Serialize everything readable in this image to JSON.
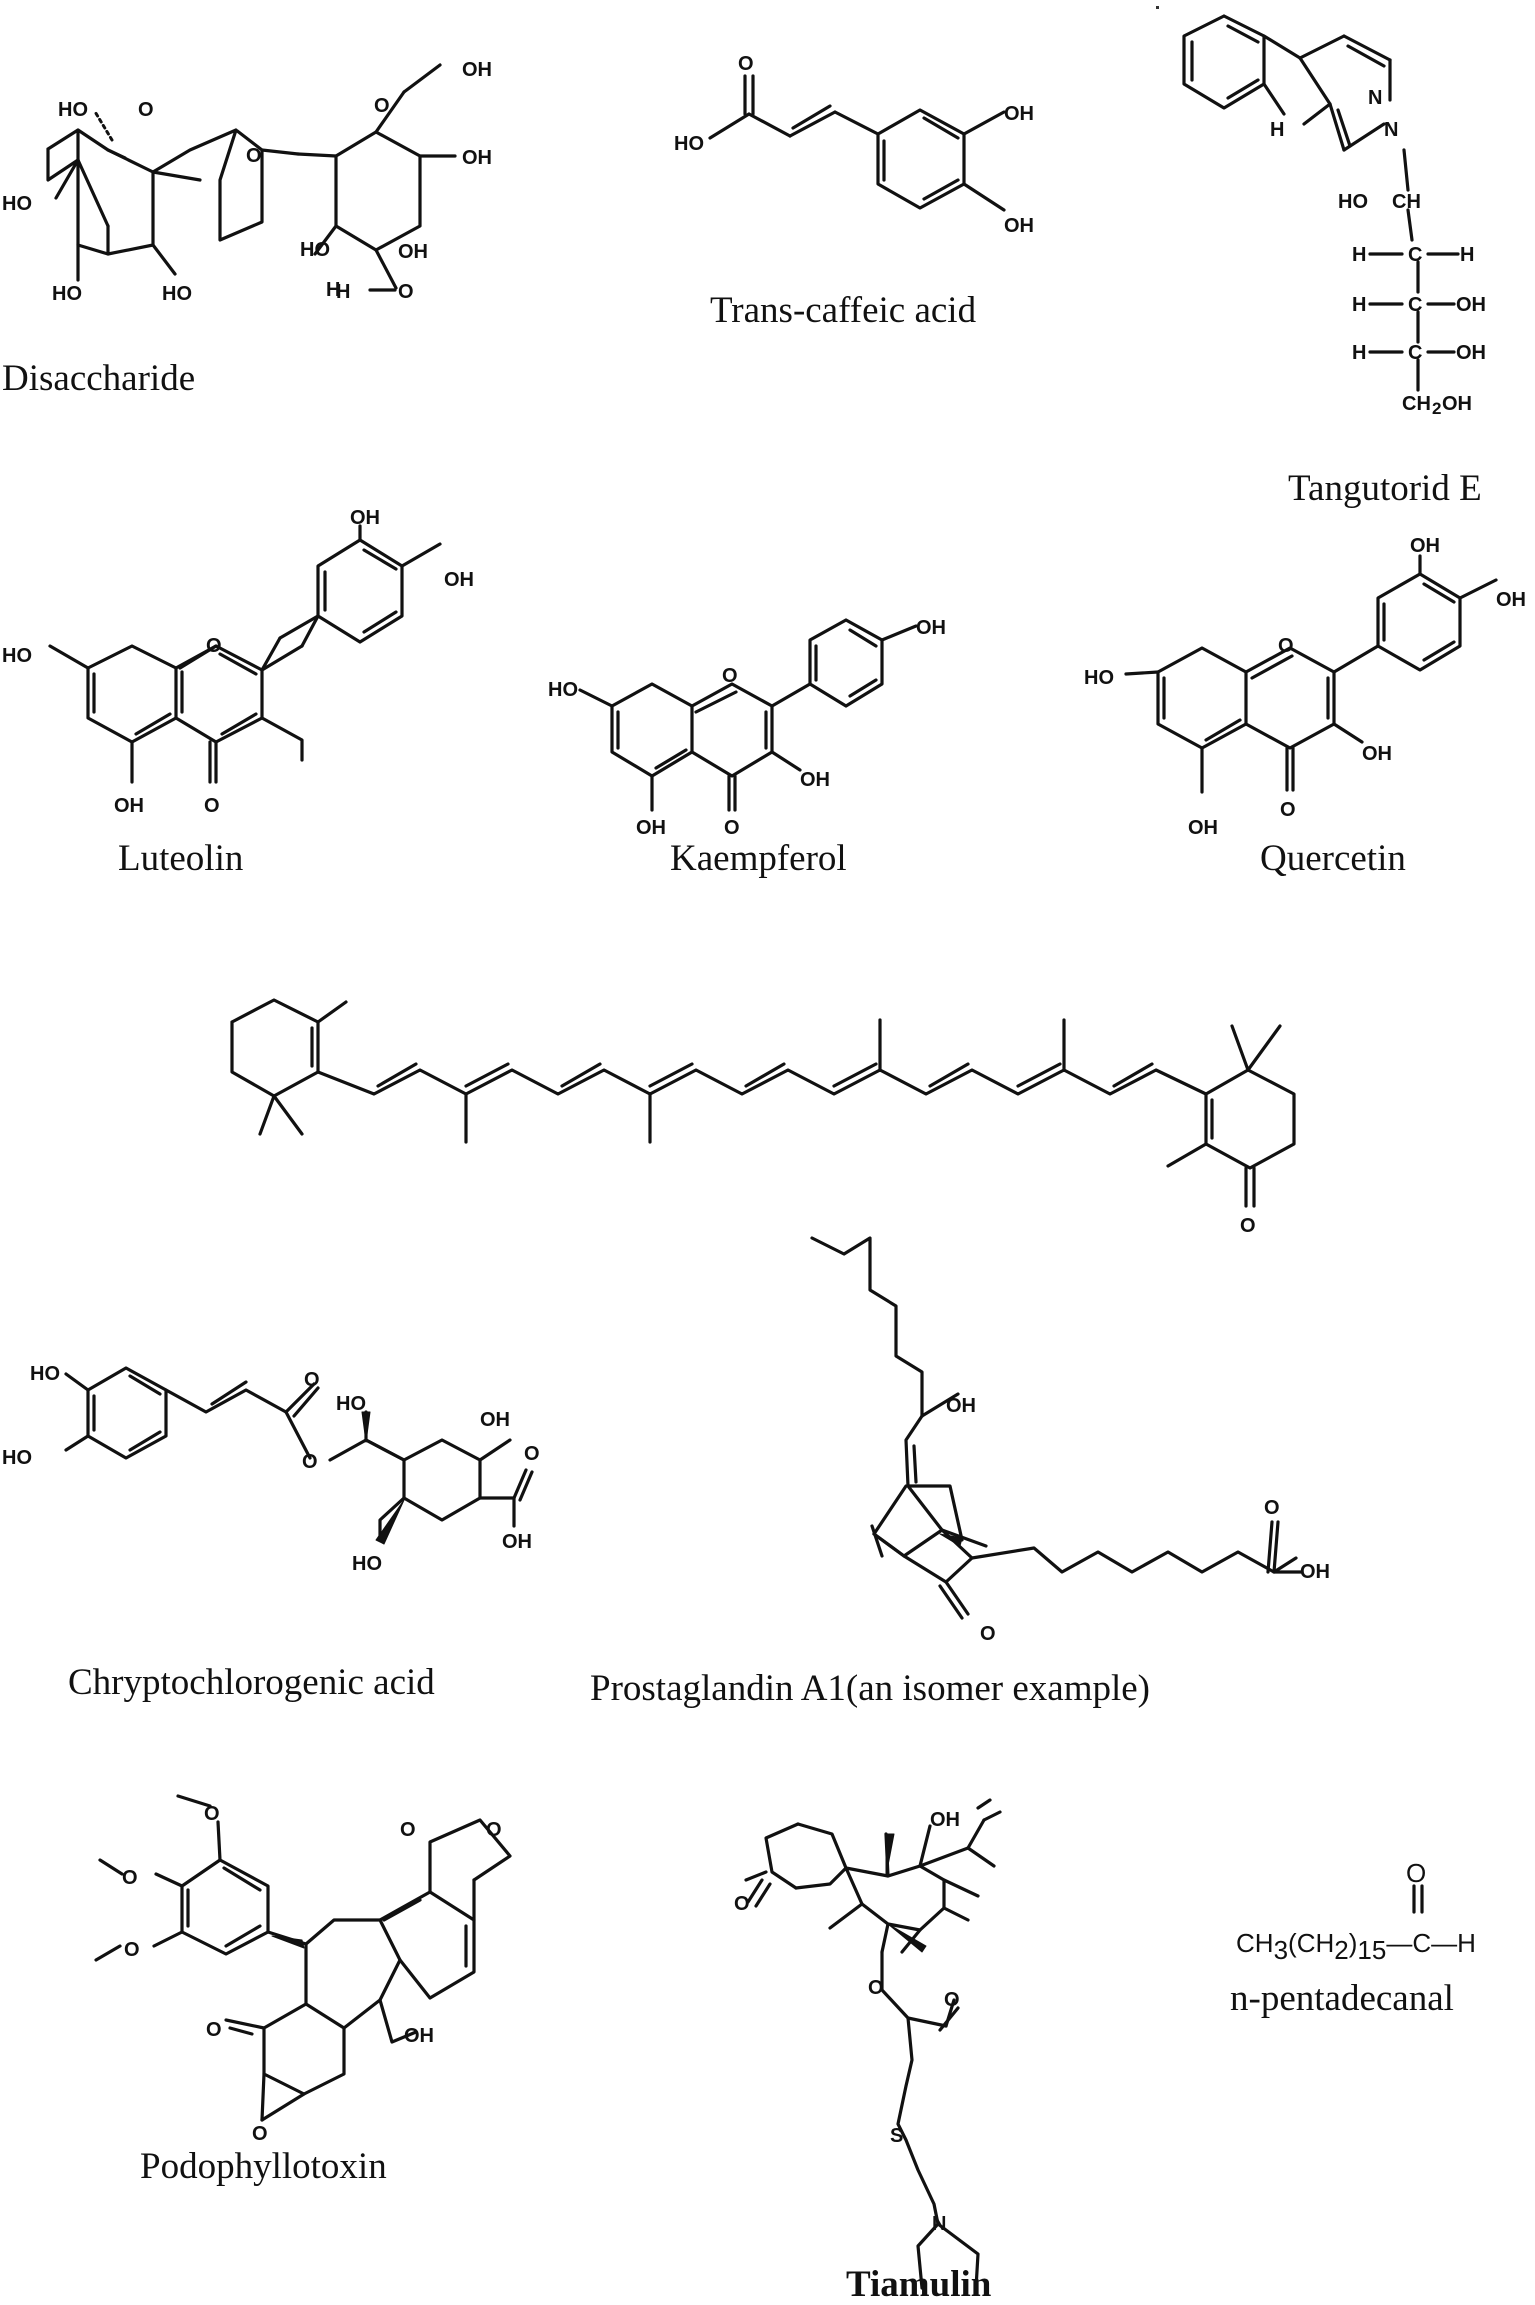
{
  "compounds": {
    "disaccharide": {
      "name": "Disaccharide",
      "atoms": [
        "HO",
        "HO",
        "HO",
        "HO",
        "O",
        "O",
        "O",
        "OH",
        "OH",
        "HO",
        "H",
        "OH",
        "H",
        "O"
      ]
    },
    "caffeic": {
      "name": "Trans-caffeic acid",
      "atoms": [
        "O",
        "HO",
        "OH",
        "OH"
      ]
    },
    "tangutorid": {
      "name": "Tangutorid E",
      "atoms": [
        "N",
        "H",
        "N",
        "HO",
        "CH",
        "H",
        "C",
        "H",
        "H",
        "C",
        "OH",
        "H",
        "C",
        "OH",
        "CH",
        "2",
        "OH"
      ]
    },
    "luteolin": {
      "name": "Luteolin",
      "atoms": [
        "OH",
        "OH",
        "HO",
        "O",
        "OH",
        "O"
      ]
    },
    "kaempferol": {
      "name": "Kaempferol",
      "atoms": [
        "OH",
        "HO",
        "O",
        "OH",
        "OH",
        "O"
      ]
    },
    "quercetin": {
      "name": "Quercetin",
      "atoms": [
        "OH",
        "OH",
        "HO",
        "O",
        "OH",
        "OH",
        "O"
      ]
    },
    "carotenoid": {
      "name": "",
      "atoms": [
        "O"
      ]
    },
    "cryptochlorogenic": {
      "name": "Chryptochlorogenic acid",
      "atoms": [
        "HO",
        "HO",
        "O",
        "O",
        "HO",
        "OH",
        "O",
        "OH",
        "HO"
      ]
    },
    "prostaglandin": {
      "name": "Prostaglandin A1(an isomer example)",
      "atoms": [
        "OH",
        "O",
        "OH",
        "O"
      ]
    },
    "podophyllotoxin": {
      "name": "Podophyllotoxin",
      "atoms": [
        "O",
        "O",
        "O",
        "O",
        "O",
        "O",
        "O",
        "OH"
      ]
    },
    "tiamulin": {
      "name": "Tiamulin",
      "atoms": [
        "OH",
        "O",
        "O",
        "O",
        "S",
        "N"
      ]
    },
    "pentadecanal": {
      "name": "n-pentadecanal",
      "formula": {
        "ch3": "CH",
        "s1": "3",
        "ch2": "(CH",
        "s2": "2",
        "close": ")",
        "s3": "15",
        "tail": "—C—H",
        "oxygen": "O"
      }
    }
  },
  "style": {
    "ink": "#111111",
    "background": "#ffffff"
  }
}
